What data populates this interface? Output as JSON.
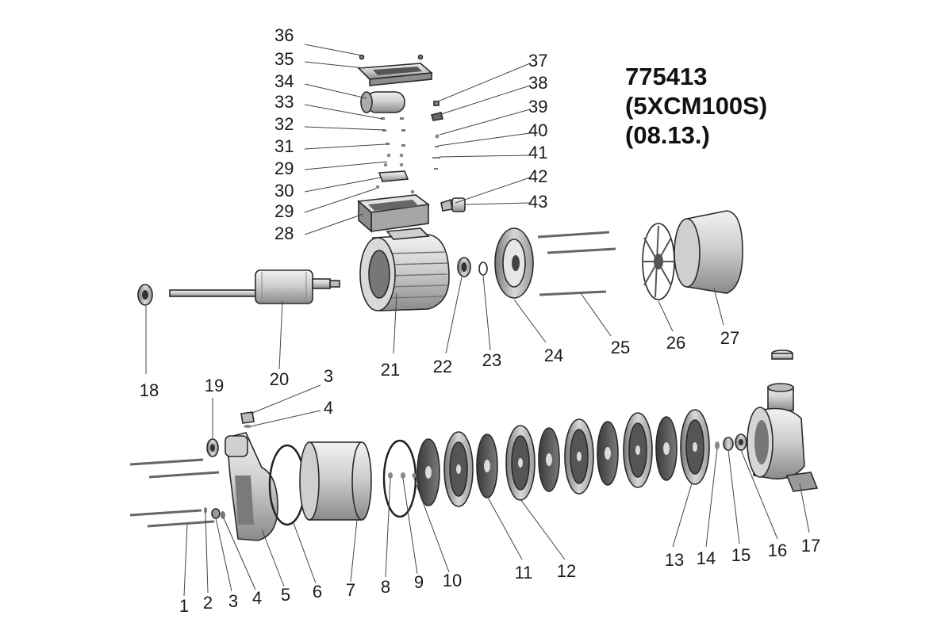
{
  "model": {
    "number": "775413",
    "code": "(5XCM100S)",
    "date": "(08.13.)"
  },
  "colors": {
    "part_fill": "#c9c9c9",
    "part_dark": "#555555",
    "part_light": "#e6e6e6",
    "stroke": "#2a2a2a",
    "text": "#1a1a1a"
  },
  "callouts": [
    "36",
    "35",
    "34",
    "33",
    "32",
    "31",
    "29",
    "30",
    "29",
    "28",
    "37",
    "38",
    "39",
    "40",
    "41",
    "42",
    "43",
    "18",
    "19",
    "20",
    "21",
    "22",
    "23",
    "24",
    "25",
    "26",
    "27",
    "3",
    "4",
    "1",
    "2",
    "3",
    "4",
    "5",
    "6",
    "7",
    "8",
    "9",
    "10",
    "11",
    "12",
    "13",
    "14",
    "15",
    "16",
    "17"
  ]
}
